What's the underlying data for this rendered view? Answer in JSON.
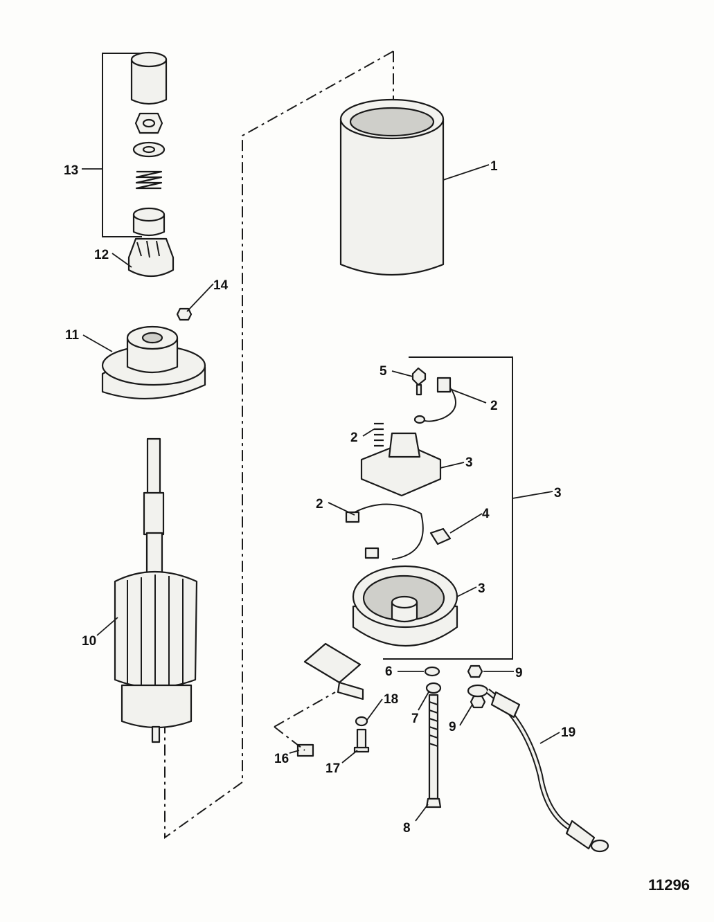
{
  "figure": {
    "figure_number": "11296",
    "callouts": {
      "c1": "1",
      "c2a": "2",
      "c2b": "2",
      "c2c": "2",
      "c3a": "3",
      "c3b": "3",
      "c3c": "3",
      "c4": "4",
      "c5": "5",
      "c6": "6",
      "c7": "7",
      "c8": "8",
      "c9a": "9",
      "c9b": "9",
      "c10": "10",
      "c11": "11",
      "c12": "12",
      "c13": "13",
      "c14": "14",
      "c16": "16",
      "c17": "17",
      "c18": "18",
      "c19": "19"
    }
  }
}
